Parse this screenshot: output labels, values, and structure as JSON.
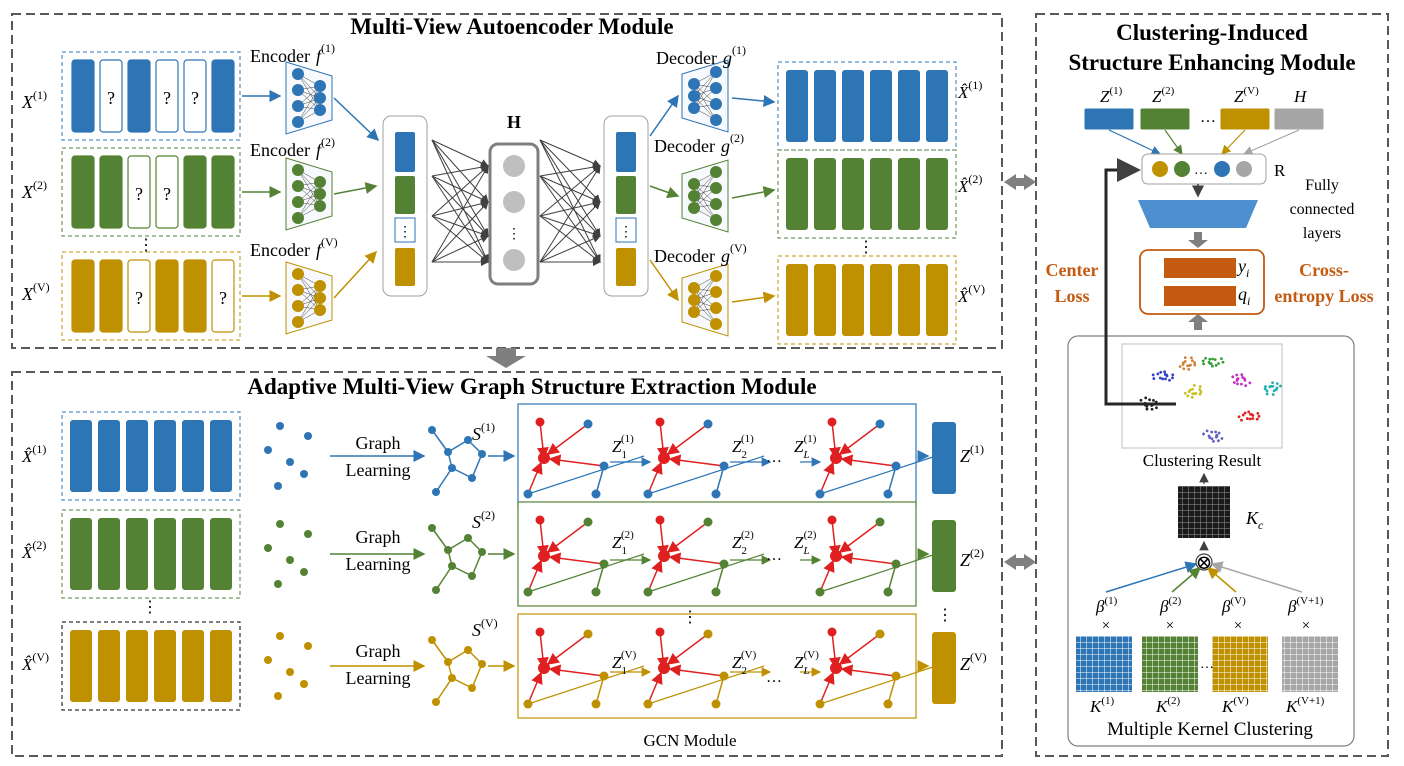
{
  "colors": {
    "blue": "#2E75B6",
    "green": "#548235",
    "gold": "#BF9000",
    "gray": "#A6A6A6",
    "orange_text": "#C55A11",
    "output_fill": "#C55A11",
    "red_node": "#E02020",
    "dashed_border": "#595959"
  },
  "modules": {
    "autoencoder": "Multi-View Autoencoder Module",
    "graph_extraction": "Adaptive Multi-View Graph Structure Extraction Module",
    "clustering_line1": "Clustering-Induced",
    "clustering_line2": "Structure Enhancing Module"
  },
  "autoencoder": {
    "inputs": [
      {
        "base": "X",
        "sup": "(1)",
        "color": "blue"
      },
      {
        "base": "X",
        "sup": "(2)",
        "color": "green"
      },
      {
        "base": "X",
        "sup": "(V)",
        "color": "gold"
      }
    ],
    "missing_mark": "?",
    "missing_pattern": [
      [
        1,
        3,
        4
      ],
      [
        2,
        3
      ],
      [
        2,
        5
      ]
    ],
    "encoders": [
      {
        "label": "Encoder",
        "fn": "f",
        "sup": "(1)"
      },
      {
        "label": "Encoder",
        "fn": "f",
        "sup": "(2)"
      },
      {
        "label": "Encoder",
        "fn": "f",
        "sup": "(V)"
      }
    ],
    "latent_label": "H",
    "decoders": [
      {
        "label": "Decoder",
        "fn": "g",
        "sup": "(1)"
      },
      {
        "label": "Decoder",
        "fn": "g",
        "sup": "(2)"
      },
      {
        "label": "Decoder",
        "fn": "g",
        "sup": "(V)"
      }
    ],
    "outputs": [
      {
        "base": "X̂",
        "sup": "(1)"
      },
      {
        "base": "X̂",
        "sup": "(2)"
      },
      {
        "base": "X̂",
        "sup": "(V)"
      }
    ],
    "ellipsis": "⋮"
  },
  "graph": {
    "inputs": [
      {
        "base": "X̂",
        "sup": "(1)"
      },
      {
        "base": "X̂",
        "sup": "(2)"
      },
      {
        "base": "X̂",
        "sup": "(V)"
      }
    ],
    "graph_learning_line1": "Graph",
    "graph_learning_line2": "Learning",
    "s_labels": [
      {
        "base": "S",
        "sup": "(1)"
      },
      {
        "base": "S",
        "sup": "(2)"
      },
      {
        "base": "S",
        "sup": "(V)"
      }
    ],
    "gcn_rows": [
      {
        "z1": "Z",
        "z1_sub": "1",
        "z1_sup": "(1)",
        "z2_sub": "2",
        "zl_sub": "L",
        "sup": "(1)"
      },
      {
        "z1": "Z",
        "z1_sub": "1",
        "z1_sup": "(2)",
        "z2_sub": "2",
        "zl_sub": "L",
        "sup": "(2)"
      },
      {
        "z1": "Z",
        "z1_sub": "1",
        "z1_sup": "(V)",
        "z2_sub": "2",
        "zl_sub": "L",
        "sup": "(V)"
      }
    ],
    "dots": "…",
    "gcn_label": "GCN Module",
    "z_outputs": [
      {
        "base": "Z",
        "sup": "(1)"
      },
      {
        "base": "Z",
        "sup": "(2)"
      },
      {
        "base": "Z",
        "sup": "(V)"
      }
    ],
    "ellipsis": "⋮"
  },
  "clustering": {
    "top_labels": [
      {
        "base": "Z",
        "sup": "(1)"
      },
      {
        "base": "Z",
        "sup": "(2)"
      },
      {
        "base": "Z",
        "sup": "(V)"
      },
      {
        "base": "H",
        "sup": ""
      }
    ],
    "dots": "…",
    "r_label": "R",
    "fc_line1": "Fully",
    "fc_line2": "connected",
    "fc_line3": "layers",
    "center_loss_line1": "Center",
    "center_loss_line2": "Loss",
    "ce_loss_line1": "Cross-",
    "ce_loss_line2": "entropy Loss",
    "y_label": "y",
    "y_sub": "i",
    "q_label": "q",
    "q_sub": "i",
    "clustering_result": "Clustering Result",
    "kc_label": "K",
    "kc_sub": "c",
    "otimes": "⊗",
    "times": "×",
    "betas": [
      {
        "base": "β",
        "sup": "(1)"
      },
      {
        "base": "β",
        "sup": "(2)"
      },
      {
        "base": "β",
        "sup": "(V)"
      },
      {
        "base": "β",
        "sup": "(V+1)"
      }
    ],
    "kernels": [
      {
        "base": "K",
        "sup": "(1)"
      },
      {
        "base": "K",
        "sup": "(2)"
      },
      {
        "base": "K",
        "sup": "(V)"
      },
      {
        "base": "K",
        "sup": "(V+1)"
      }
    ],
    "mkc_label": "Multiple Kernel Clustering"
  }
}
